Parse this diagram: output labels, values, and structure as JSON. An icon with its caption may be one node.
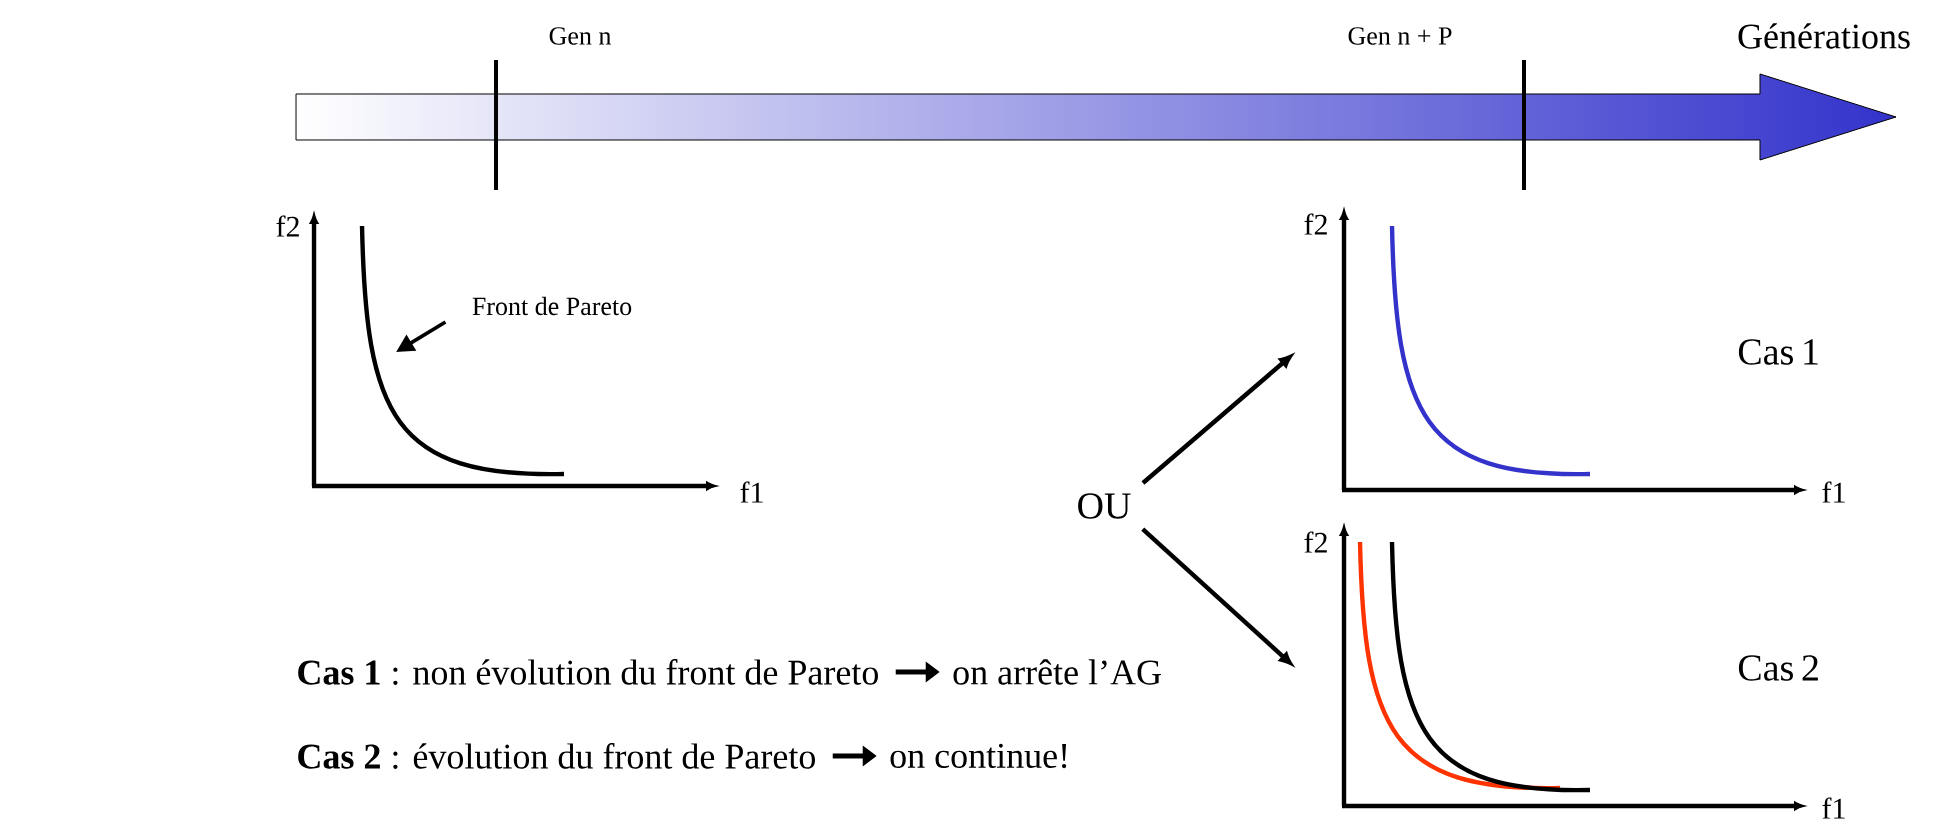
{
  "diagram": {
    "nodes": [
      {
        "text": [
          "OU"
        ]
      },
      {
        "text": [
          "Cas 1"
        ],
        "beside": [
          "f2",
          "f1"
        ]
      },
      {
        "text": [
          "Cas 2"
        ],
        "beside": [
          "f2",
          "f1"
        ]
      },
      {
        "text": [],
        "shape": "chart",
        "beside": [
          "f2",
          "f1"
        ]
      },
      {
        "text": [
          "Front de Pareto"
        ],
        "in": 3
      }
    ],
    "edges": [
      {
        "from": 0,
        "to": 1,
        "arrow": "to"
      },
      {
        "from": 0,
        "to": 2,
        "arrow": "to"
      },
      {
        "from": 4,
        "to": 3,
        "arrow": "to"
      }
    ],
    "labels": [
      "Gen n",
      "Gen n + P",
      "Générations",
      "**Cas 1** : non évolution du front de Pareto",
      "on arrête l’AG",
      "**Cas 2** : évolution du front de Pareto",
      "on continue!"
    ]
  }
}
